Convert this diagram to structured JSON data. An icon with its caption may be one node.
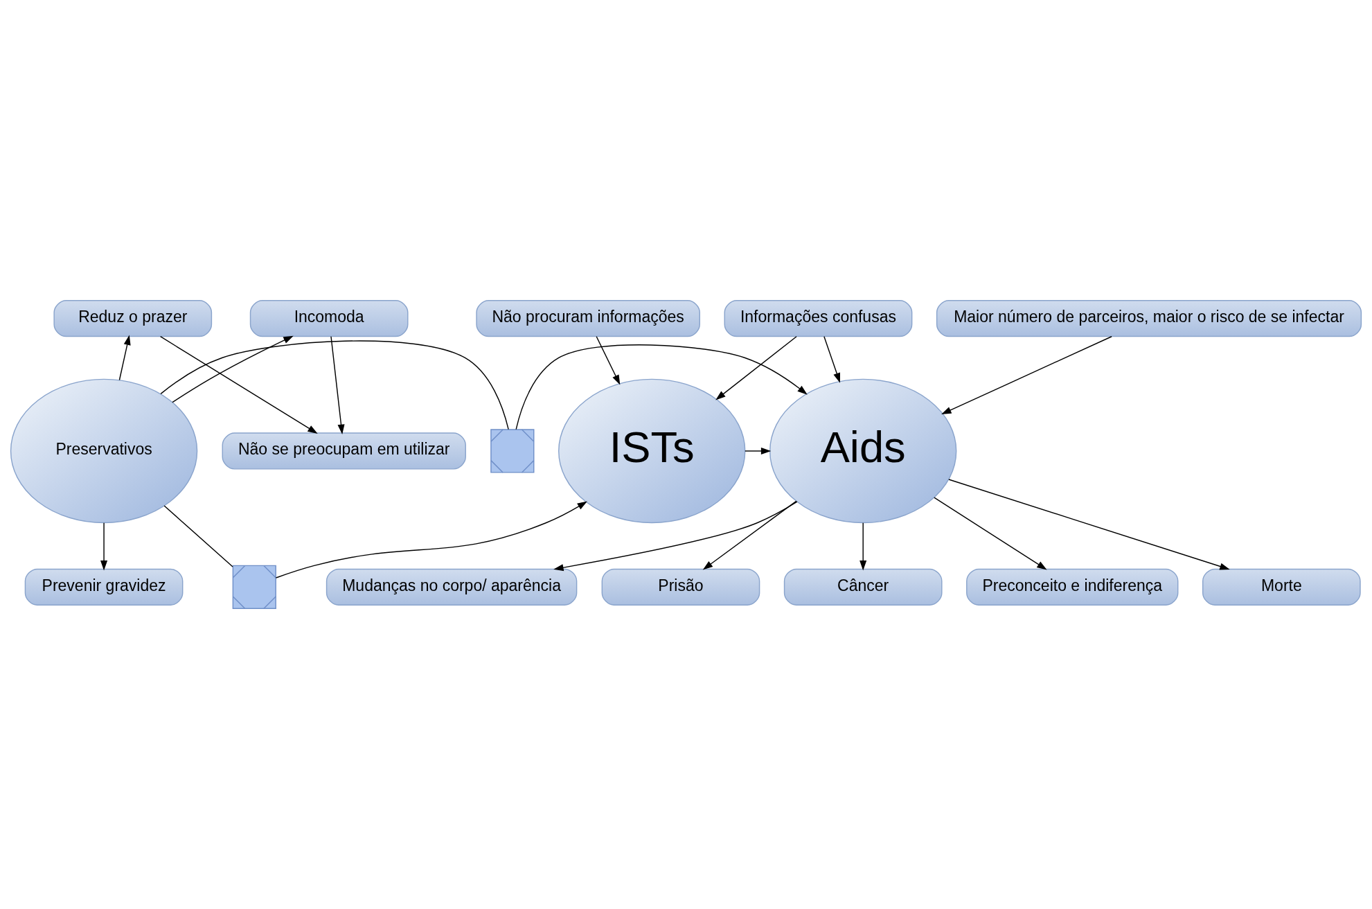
{
  "diagram": {
    "nodes": [
      {
        "text": [
          "Não se preocupam em utilizar"
        ]
      },
      {
        "text": [
          "Maior número de parceiros, maior o risco de se infectar"
        ]
      },
      {
        "text": [
          "Informações confusas"
        ]
      },
      {
        "text": [
          "Não procuram informações"
        ]
      },
      {
        "text": [
          "Incomoda"
        ]
      },
      {
        "text": [
          "Reduz o prazer"
        ]
      },
      {
        "text": [
          "ISTs"
        ]
      },
      {
        "text": [
          "Aids"
        ]
      },
      {
        "text": [
          "Preservativos"
        ]
      },
      {
        "text": [
          "Prevenir gravidez"
        ]
      },
      {
        "text": [
          "Morte"
        ]
      },
      {
        "text": [
          "Mudanças no corpo/ aparência"
        ]
      },
      {
        "text": [
          "Prisão"
        ]
      },
      {
        "text": [
          "Câncer"
        ]
      },
      {
        "text": [
          "Preconceito e indiferença"
        ]
      },
      {
        "text": [],
        "shape": "cross"
      },
      {
        "text": [],
        "shape": "cross"
      }
    ],
    "edges": [
      {
        "from": 1,
        "to": 7,
        "arrow": "to"
      },
      {
        "from": 2,
        "to": 6,
        "arrow": "to"
      },
      {
        "from": 2,
        "to": 7,
        "arrow": "to"
      },
      {
        "from": 3,
        "to": 6,
        "arrow": "to"
      },
      {
        "from": 6,
        "to": 7,
        "arrow": "to"
      },
      {
        "from": 8,
        "to": 16,
        "arrow": "none"
      },
      {
        "from": 16,
        "to": 7,
        "arrow": "to"
      },
      {
        "from": 8,
        "to": 15,
        "arrow": "none"
      },
      {
        "from": 15,
        "to": 6,
        "arrow": "to"
      },
      {
        "from": 8,
        "to": 4,
        "arrow": "to"
      },
      {
        "from": 8,
        "to": 5,
        "arrow": "to"
      },
      {
        "from": 4,
        "to": 0,
        "arrow": "to"
      },
      {
        "from": 5,
        "to": 0,
        "arrow": "to"
      },
      {
        "from": 8,
        "to": 9,
        "arrow": "to"
      },
      {
        "from": 7,
        "to": 10,
        "arrow": "to"
      },
      {
        "from": 7,
        "to": 11,
        "arrow": "to"
      },
      {
        "from": 7,
        "to": 12,
        "arrow": "to"
      },
      {
        "from": 7,
        "to": 13,
        "arrow": "to"
      },
      {
        "from": 7,
        "to": 14,
        "arrow": "to"
      }
    ]
  }
}
